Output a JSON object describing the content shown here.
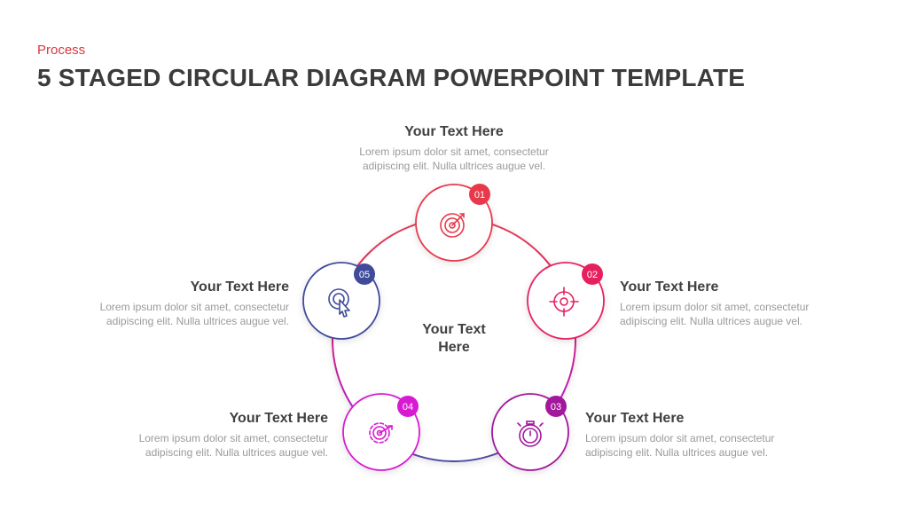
{
  "header": {
    "category": "Process",
    "title": "5 STAGED CIRCULAR DIAGRAM POWERPOINT TEMPLATE"
  },
  "center": {
    "line1": "Your Text",
    "line2": "Here"
  },
  "stages": [
    {
      "number": "01",
      "heading": "Your  Text Here",
      "line1": "Lorem ipsum dolor sit amet, consectetur",
      "line2": "adipiscing elit. Nulla  ultrices augue vel.",
      "icon": "target-icon",
      "color": "#e8394b"
    },
    {
      "number": "02",
      "heading": "Your  Text Here",
      "line1": "Lorem ipsum dolor sit amet, consectetur",
      "line2": "adipiscing elit. Nulla  ultrices augue vel.",
      "icon": "crosshair-icon",
      "color": "#e6205e"
    },
    {
      "number": "03",
      "heading": "Your  Text Here",
      "line1": "Lorem ipsum dolor sit amet, consectetur",
      "line2": "adipiscing elit. Nulla  ultrices augue vel.",
      "icon": "stopwatch-icon",
      "color": "#a3179d"
    },
    {
      "number": "04",
      "heading": "Your  Text Here",
      "line1": "Lorem ipsum dolor sit amet, consectetur",
      "line2": "adipiscing elit. Nulla  ultrices augue vel.",
      "icon": "gear-target-icon",
      "color": "#d61bd2"
    },
    {
      "number": "05",
      "heading": "Your  Text Here",
      "line1": "Lorem ipsum dolor sit amet, consectetur",
      "line2": "adipiscing elit. Nulla  ultrices augue vel.",
      "icon": "pointer-target-icon",
      "color": "#3f4a9b"
    }
  ]
}
